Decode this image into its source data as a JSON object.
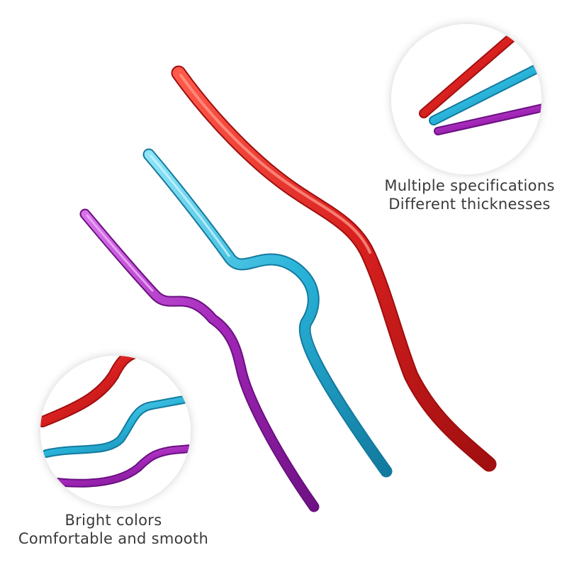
{
  "product": {
    "colors": {
      "red": "#d8201f",
      "blue": "#29b3d9",
      "purple": "#a226b8"
    }
  },
  "callouts": {
    "top_right": {
      "line1": "Multiple specifications",
      "line2": "Different thicknesses"
    },
    "bottom_left": {
      "line1": "Bright colors",
      "line2": "Comfortable and smooth"
    }
  }
}
